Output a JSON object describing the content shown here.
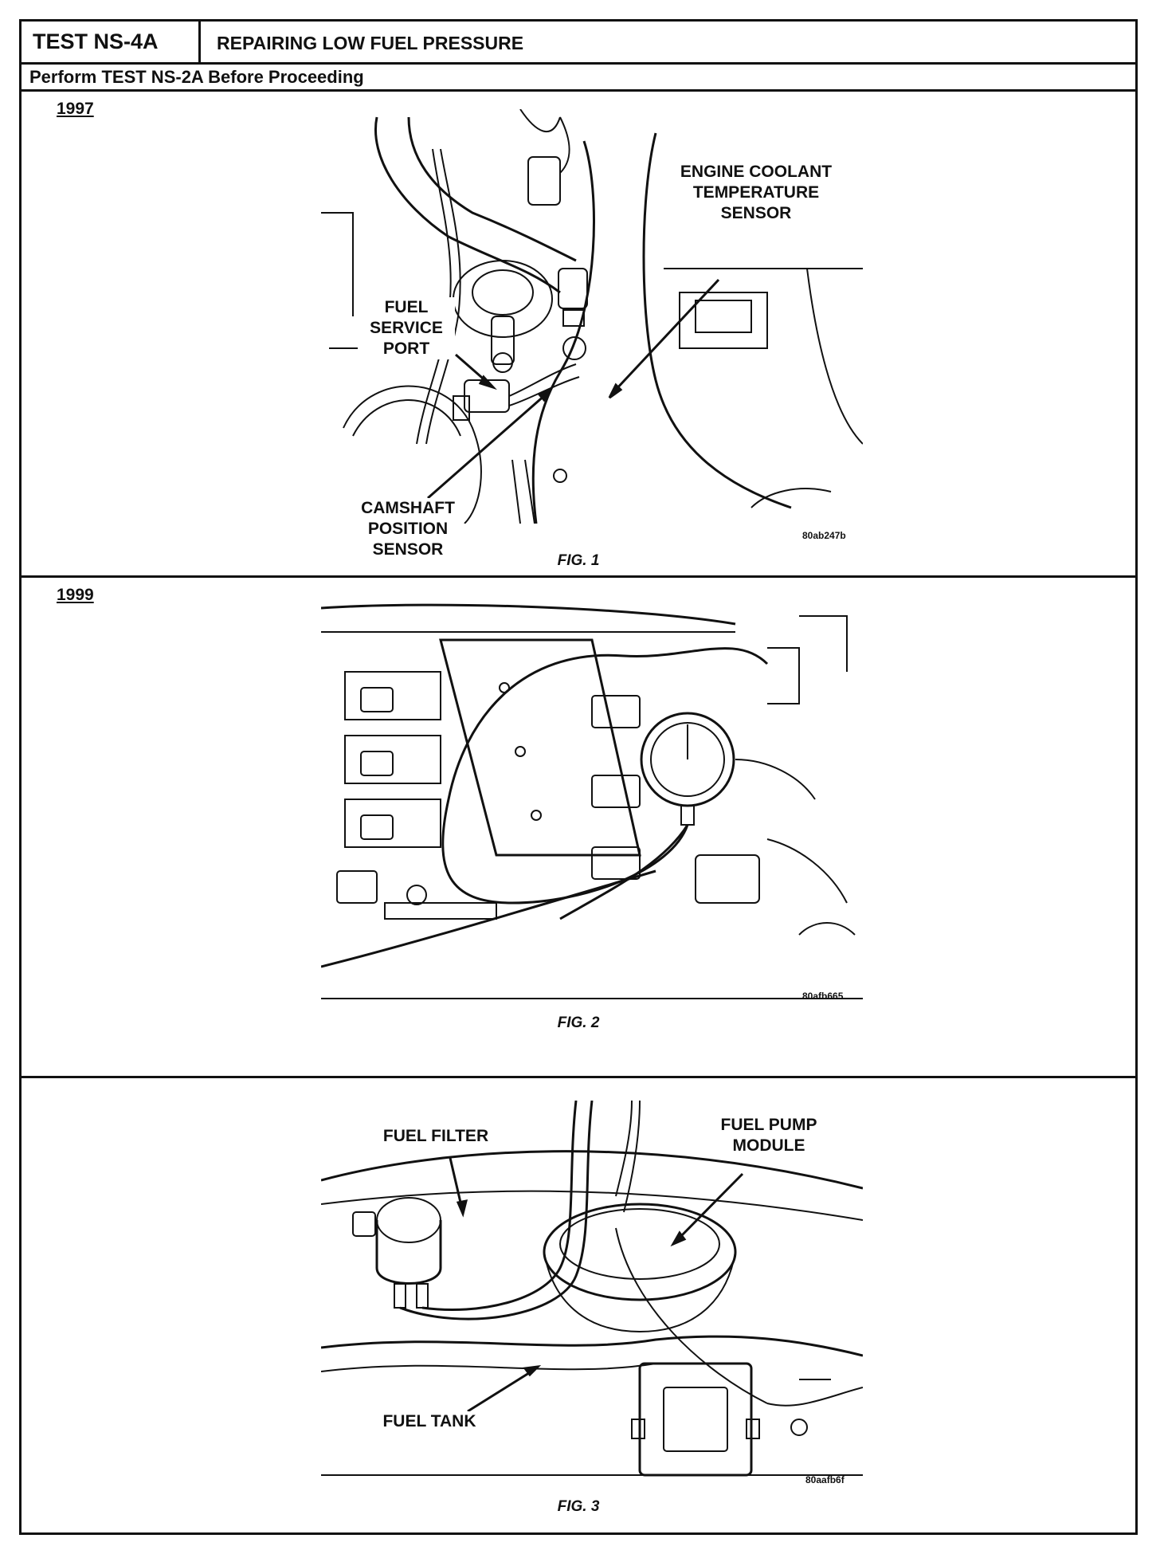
{
  "header": {
    "test_id": "TEST NS-4A",
    "title": "REPAIRING LOW FUEL PRESSURE"
  },
  "prerequisite": "Perform TEST NS-2A Before Proceeding",
  "figures": [
    {
      "year": "1997",
      "caption": "FIG. 1",
      "image_code": "80ab247b",
      "callouts": {
        "ect_sensor": "ENGINE COOLANT TEMPERATURE SENSOR",
        "fuel_service_port": "FUEL SERVICE PORT",
        "camshaft_sensor": "CAMSHAFT POSITION SENSOR"
      }
    },
    {
      "year": "1999",
      "caption": "FIG. 2",
      "image_code": "80afb665"
    },
    {
      "year": "",
      "caption": "FIG. 3",
      "image_code": "80aafb6f",
      "callouts": {
        "fuel_filter": "FUEL FILTER",
        "fuel_pump_module": "FUEL PUMP MODULE",
        "fuel_tank": "FUEL TANK"
      }
    }
  ]
}
